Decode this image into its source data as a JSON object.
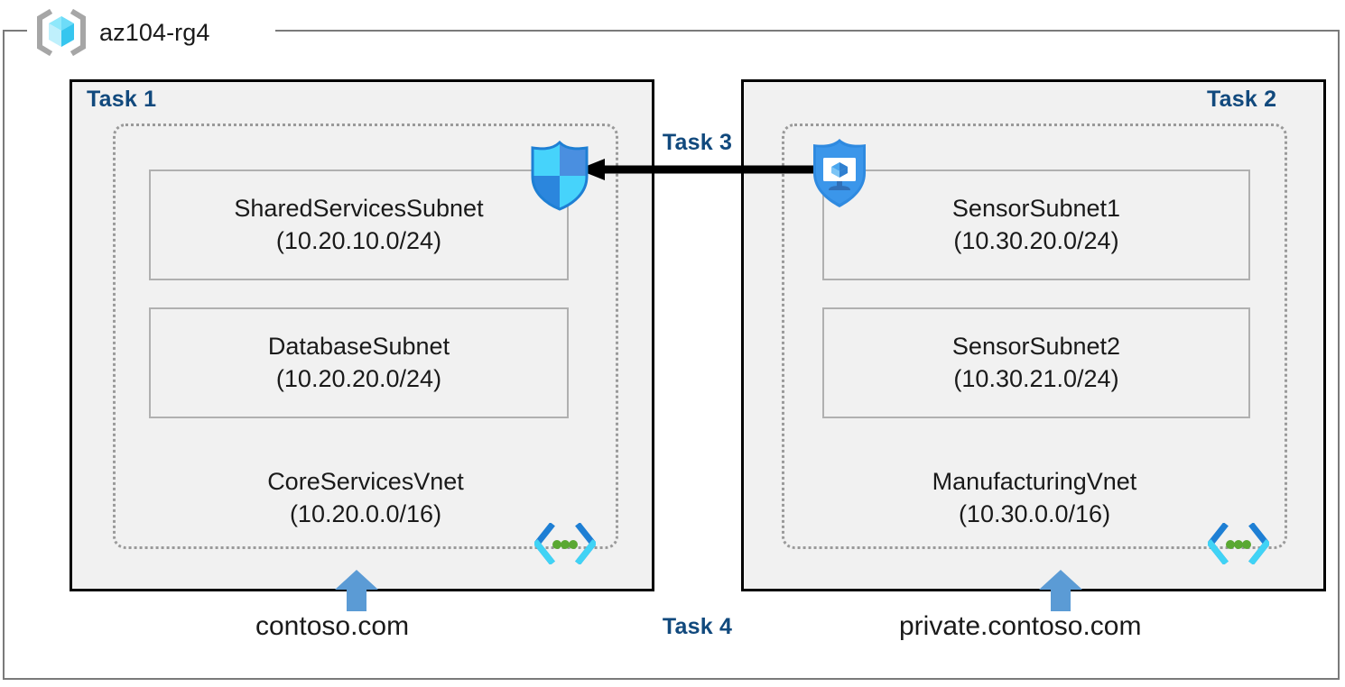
{
  "resource_group": {
    "name": "az104-rg4",
    "icon": "resource-group-cube-icon"
  },
  "tasks": {
    "task1_label": "Task 1",
    "task2_label": "Task 2",
    "task3_label": "Task 3",
    "task4_label": "Task 4"
  },
  "vnets": [
    {
      "id": "core-services-vnet",
      "name": "CoreServicesVnet",
      "cidr": "(10.20.0.0/16)",
      "icon": "virtual-network-icon",
      "subnets": [
        {
          "id": "shared-services-subnet",
          "name": "SharedServicesSubnet",
          "cidr": "(10.20.10.0/24)"
        },
        {
          "id": "database-subnet",
          "name": "DatabaseSubnet",
          "cidr": "(10.20.20.0/24)"
        }
      ],
      "dns_zone": "contoso.com"
    },
    {
      "id": "manufacturing-vnet",
      "name": "ManufacturingVnet",
      "cidr": "(10.30.0.0/16)",
      "icon": "virtual-network-icon",
      "subnets": [
        {
          "id": "sensor-subnet-1",
          "name": "SensorSubnet1",
          "cidr": "(10.30.20.0/24)"
        },
        {
          "id": "sensor-subnet-2",
          "name": "SensorSubnet2",
          "cidr": "(10.30.21.0/24)"
        }
      ],
      "dns_zone": "private.contoso.com"
    }
  ],
  "icons": {
    "firewall_shield": "security-shield-icon",
    "private_endpoint": "private-endpoint-shield-monitor-icon",
    "peering_arrow": "peering-arrow-left-icon",
    "dns_arrow_left": "dns-link-arrow-up-icon",
    "dns_arrow_right": "dns-link-arrow-up-icon"
  },
  "colors": {
    "task_label": "#11497d",
    "panel_fill": "#f1f1f1",
    "panel_border": "#000000",
    "vnet_border": "#9a9a9a",
    "subnet_border": "#b0b0b0",
    "arrow_blue": "#5b9bd5",
    "shield_cyan": "#32c8fa",
    "shield_blue": "#3d87e0",
    "vnet_icon_green": "#5aa832",
    "rg_icon_cyan": "#5ce0fa",
    "rg_bracket_gray": "#a6a6a6"
  }
}
